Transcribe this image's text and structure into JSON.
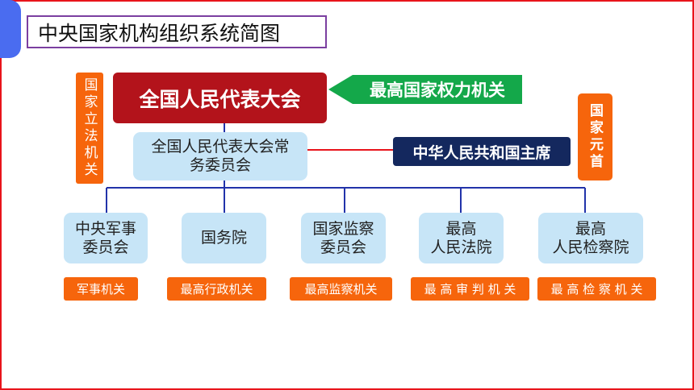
{
  "title": "中央国家机构组织系统简图",
  "npc": "全国人民代表大会",
  "npc_role": "最高国家权力机关",
  "npc_side_label": "国家立法机关",
  "standing_committee": [
    "全国人民代表大会常",
    "务委员会"
  ],
  "president": "中华人民共和国主席",
  "president_side_label": "国家元首",
  "organs": [
    {
      "name_lines": [
        "中央军事",
        "委员会"
      ],
      "role": "军事机关"
    },
    {
      "name_lines": [
        "国务院"
      ],
      "role": "最高行政机关"
    },
    {
      "name_lines": [
        "国家监察",
        "委员会"
      ],
      "role": "最高监察机关"
    },
    {
      "name_lines": [
        "最高",
        "人民法院"
      ],
      "role": "最 高 审 判 机 关"
    },
    {
      "name_lines": [
        "最高",
        "人民检察院"
      ],
      "role": "最 高 检 察 机 关"
    }
  ],
  "colors": {
    "frame": "#e8141b",
    "npc_box": "#b3131b",
    "role_arrow": "#14a84a",
    "president_box": "#14285e",
    "side_labels": "#f6650c",
    "organ_boxes": "#c7e5f7",
    "connector_lines": "#2233aa",
    "president_line": "#e8141b"
  }
}
